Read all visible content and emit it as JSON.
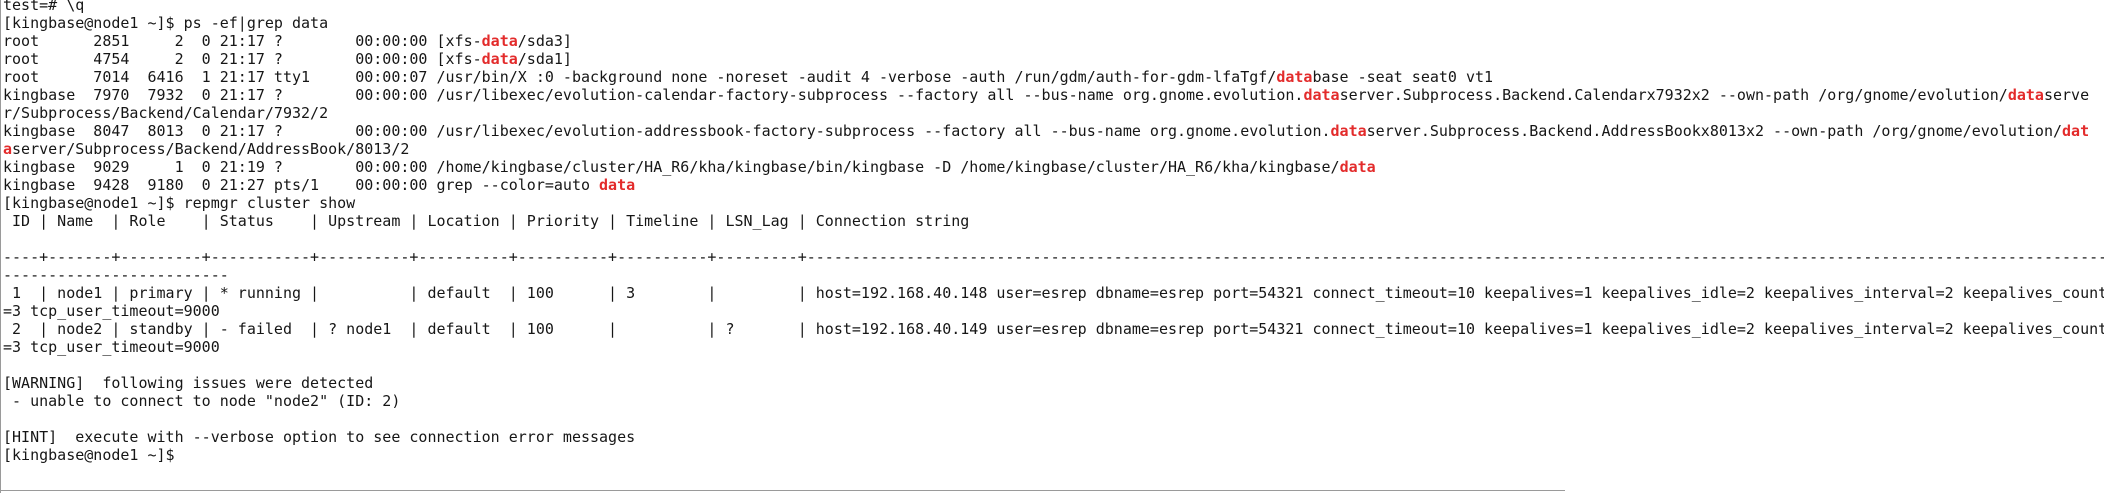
{
  "terminal": {
    "colors": {
      "background": "#ffffff",
      "text": "#161616",
      "match": "#e32b2b",
      "border": "#9a9a9a"
    },
    "prompt": "[kingbase@node1 ~]$",
    "lines": [
      {
        "name": "psql-quit-line",
        "segments": [
          {
            "t": "test=# \\q"
          }
        ]
      },
      {
        "name": "ps-command-prompt",
        "segments": [
          {
            "t": "[kingbase@node1 ~]$ ps -ef|grep data"
          }
        ]
      },
      {
        "name": "ps-row",
        "segments": [
          {
            "t": "root      2851     2  0 21:17 ?        00:00:00 [xfs-"
          },
          {
            "t": "data",
            "m": true
          },
          {
            "t": "/sda3]"
          }
        ]
      },
      {
        "name": "ps-row",
        "segments": [
          {
            "t": "root      4754     2  0 21:17 ?        00:00:00 [xfs-"
          },
          {
            "t": "data",
            "m": true
          },
          {
            "t": "/sda1]"
          }
        ]
      },
      {
        "name": "ps-row",
        "segments": [
          {
            "t": "root      7014  6416  1 21:17 tty1     00:00:07 /usr/bin/X :0 -background none -noreset -audit 4 -verbose -auth /run/gdm/auth-for-gdm-lfaTgf/"
          },
          {
            "t": "data",
            "m": true
          },
          {
            "t": "base -seat seat0 vt1"
          }
        ]
      },
      {
        "name": "ps-row",
        "segments": [
          {
            "t": "kingbase  7970  7932  0 21:17 ?        00:00:00 /usr/libexec/evolution-calendar-factory-subprocess --factory all --bus-name org.gnome.evolution."
          },
          {
            "t": "data",
            "m": true
          },
          {
            "t": "server.Subprocess.Backend.Calendarx7932x2 --own-path /org/gnome/evolution/"
          },
          {
            "t": "data",
            "m": true
          },
          {
            "t": "serve"
          }
        ]
      },
      {
        "name": "ps-row-wrap",
        "segments": [
          {
            "t": "r/Subprocess/Backend/Calendar/7932/2"
          }
        ]
      },
      {
        "name": "ps-row",
        "segments": [
          {
            "t": "kingbase  8047  8013  0 21:17 ?        00:00:00 /usr/libexec/evolution-addressbook-factory-subprocess --factory all --bus-name org.gnome.evolution."
          },
          {
            "t": "data",
            "m": true
          },
          {
            "t": "server.Subprocess.Backend.AddressBookx8013x2 --own-path /org/gnome/evolution/"
          },
          {
            "t": "dat",
            "m": true
          }
        ]
      },
      {
        "name": "ps-row-wrap",
        "segments": [
          {
            "t": "a",
            "m": true
          },
          {
            "t": "server/Subprocess/Backend/AddressBook/8013/2"
          }
        ]
      },
      {
        "name": "ps-row",
        "segments": [
          {
            "t": "kingbase  9029     1  0 21:19 ?        00:00:00 /home/kingbase/cluster/HA_R6/kha/kingbase/bin/kingbase -D /home/kingbase/cluster/HA_R6/kha/kingbase/"
          },
          {
            "t": "data",
            "m": true
          }
        ]
      },
      {
        "name": "ps-row",
        "segments": [
          {
            "t": "kingbase  9428  9180  0 21:27 pts/1    00:00:00 grep --color=auto "
          },
          {
            "t": "data",
            "m": true
          }
        ]
      },
      {
        "name": "repmgr-command-prompt",
        "segments": [
          {
            "t": "[kingbase@node1 ~]$ repmgr cluster show"
          }
        ]
      },
      {
        "name": "cluster-table-header",
        "segments": [
          {
            "t": " ID | Name  | Role    | Status    | Upstream | Location | Priority | Timeline | LSN_Lag | Connection string"
          }
        ]
      },
      {
        "name": "blank-line",
        "segments": []
      },
      {
        "name": "cluster-table-separator",
        "segments": [
          {
            "t": "----+-------+---------+-----------+----------+----------+----------+----------+---------+------------------------------------------------------------------------------------------------------------------------------------------------"
          }
        ]
      },
      {
        "name": "cluster-table-separator-wrap",
        "segments": [
          {
            "t": "-------------------------"
          }
        ]
      },
      {
        "name": "cluster-row-node1",
        "segments": [
          {
            "t": " 1  | node1 | primary | * running |          | default  | 100      | 3        |         | host=192.168.40.148 user=esrep dbname=esrep port=54321 connect_timeout=10 keepalives=1 keepalives_idle=2 keepalives_interval=2 keepalives_count"
          }
        ]
      },
      {
        "name": "cluster-row-node1-wrap",
        "segments": [
          {
            "t": "=3 tcp_user_timeout=9000"
          }
        ]
      },
      {
        "name": "cluster-row-node2",
        "segments": [
          {
            "t": " 2  | node2 | standby | - failed  | ? node1  | default  | 100      |          | ?       | host=192.168.40.149 user=esrep dbname=esrep port=54321 connect_timeout=10 keepalives=1 keepalives_idle=2 keepalives_interval=2 keepalives_count"
          }
        ]
      },
      {
        "name": "cluster-row-node2-wrap",
        "segments": [
          {
            "t": "=3 tcp_user_timeout=9000"
          }
        ]
      },
      {
        "name": "blank-line",
        "segments": []
      },
      {
        "name": "warning-message",
        "segments": [
          {
            "t": "[WARNING]  following issues were detected"
          }
        ]
      },
      {
        "name": "warning-detail",
        "segments": [
          {
            "t": " - unable to connect to node \"node2\" (ID: 2)"
          }
        ]
      },
      {
        "name": "blank-line",
        "segments": []
      },
      {
        "name": "hint-message",
        "segments": [
          {
            "t": "[HINT]  execute with --verbose option to see connection error messages"
          }
        ]
      },
      {
        "name": "shell-prompt",
        "segments": [
          {
            "t": "[kingbase@node1 ~]$ "
          }
        ]
      }
    ]
  }
}
